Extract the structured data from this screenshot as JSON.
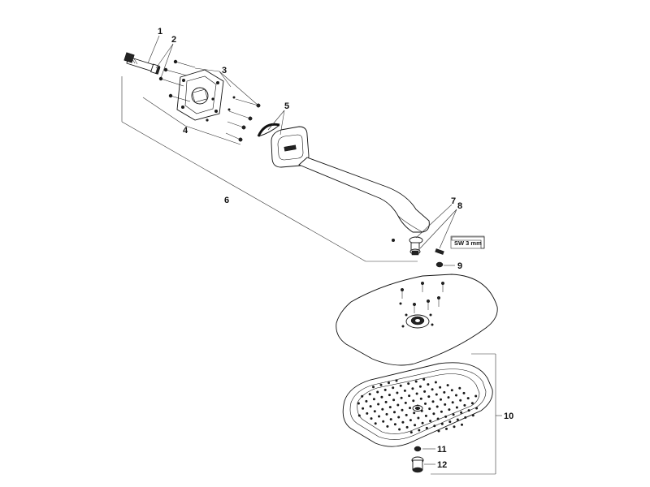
{
  "labels": {
    "p1": "1",
    "p2": "2",
    "p3": "3",
    "p4": "4",
    "p5": "5",
    "p6": "6",
    "p7": "7",
    "p8": "8",
    "p9": "9",
    "p10": "10",
    "p11": "11",
    "p12": "12"
  },
  "tool": {
    "label": "SW 3 mm"
  },
  "colors": {
    "line": "#333333",
    "part_outline": "#111111",
    "background": "#ffffff"
  }
}
